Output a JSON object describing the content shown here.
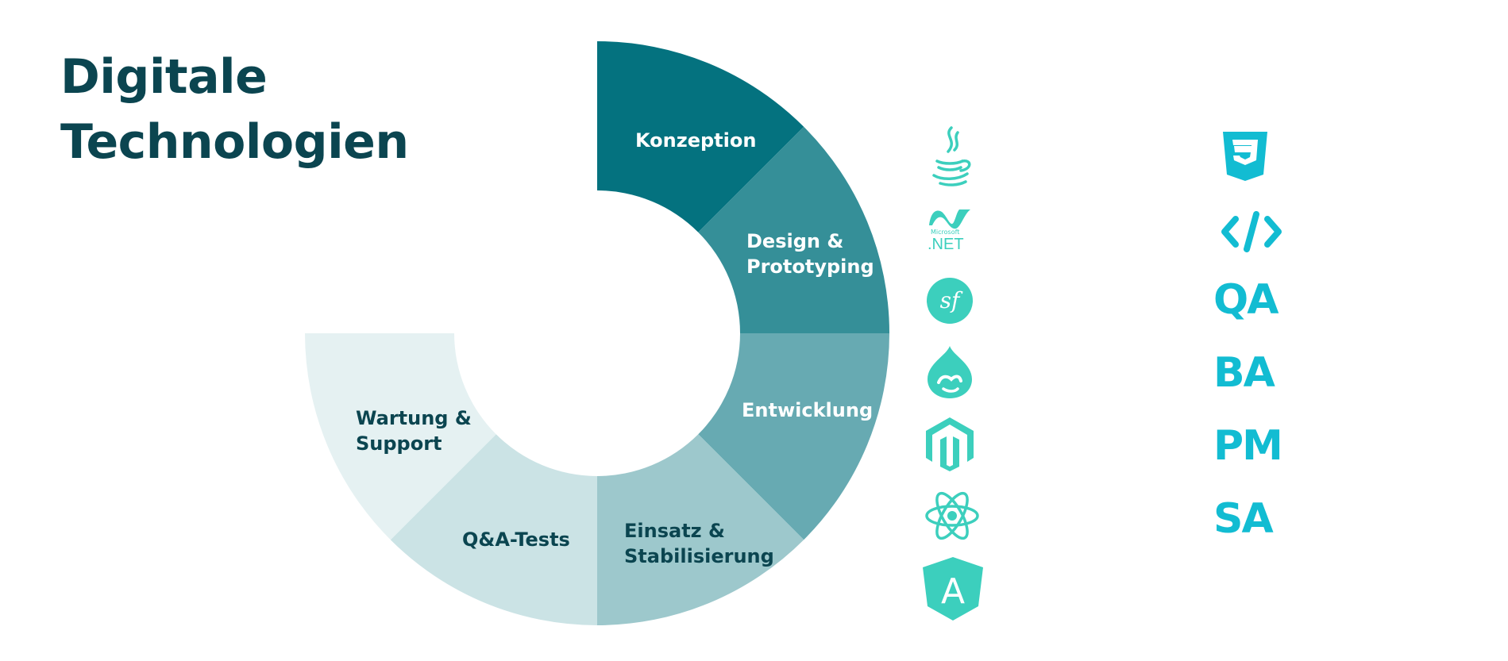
{
  "title": {
    "line1": "Digitale",
    "line2": "Technologien"
  },
  "colors": {
    "title": "#0b4550",
    "icon_teal": "#3ccfbd",
    "icon_cyan": "#12bcd2",
    "dark_text": "#0b4550",
    "light_text": "#ffffff"
  },
  "segments": [
    {
      "lines": [
        "Konzeption"
      ],
      "color": "#04727f",
      "text_color": "#ffffff"
    },
    {
      "lines": [
        "Design &",
        "Prototyping"
      ],
      "color": "#358f98",
      "text_color": "#ffffff"
    },
    {
      "lines": [
        "Entwicklung"
      ],
      "color": "#67aab2",
      "text_color": "#ffffff"
    },
    {
      "lines": [
        "Einsatz &",
        "Stabilisierung"
      ],
      "color": "#9dc8cc",
      "text_color": "#0b4550"
    },
    {
      "lines": [
        "Q&A-Tests"
      ],
      "color": "#cbe3e5",
      "text_color": "#0b4550"
    },
    {
      "lines": [
        "Wartung &",
        "Support"
      ],
      "color": "#e5f1f2",
      "text_color": "#0b4550"
    }
  ],
  "technologies": [
    {
      "icon": "java-icon"
    },
    {
      "icon": "dotnet-icon",
      "text_small": "Microsoft",
      "text_big": ".NET"
    },
    {
      "icon": "symfony-icon",
      "text": "sf"
    },
    {
      "icon": "drupal-icon"
    },
    {
      "icon": "magento-icon"
    },
    {
      "icon": "react-icon"
    },
    {
      "icon": "angular-icon",
      "text": "A"
    }
  ],
  "roles": [
    {
      "icon": "css3-icon",
      "text": "3"
    },
    {
      "icon": "code-icon"
    },
    {
      "label": "QA"
    },
    {
      "label": "BA"
    },
    {
      "label": "PM"
    },
    {
      "label": "SA"
    }
  ]
}
